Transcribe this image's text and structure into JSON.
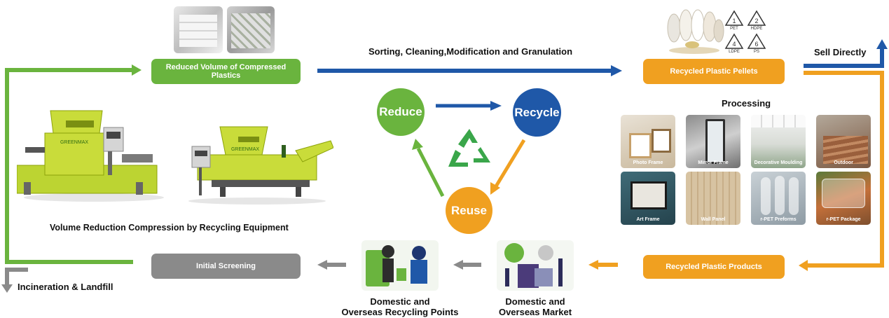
{
  "top": {
    "compressed_label": "Reduced Volume of Compressed Plastics",
    "process_label": "Sorting, Cleaning,Modification and Granulation",
    "pellets_label": "Recycled Plastic Pellets",
    "sell_label": "Sell Directly"
  },
  "ric_codes": [
    {
      "num": "1",
      "name": "PET"
    },
    {
      "num": "2",
      "name": "HDPE"
    },
    {
      "num": "4",
      "name": "LDPE"
    },
    {
      "num": "6",
      "name": "PS"
    }
  ],
  "center": {
    "reduce": "Reduce",
    "recycle": "Recycle",
    "reuse": "Reuse"
  },
  "processing": {
    "title": "Processing",
    "tiles": [
      "Photo Frame",
      "Mirror Frame",
      "Decorative Moulding",
      "Outdoor",
      "Art Frame",
      "Wall Panel",
      "r-PET Preforms",
      "r-PET Package"
    ]
  },
  "equipment": {
    "caption": "Volume Reduction Compression by Recycling Equipment",
    "brand": "GREENMAX"
  },
  "bottom": {
    "products_label": "Recycled Plastic Products",
    "market_label_1": "Domestic and",
    "market_label_2": "Overseas Market",
    "points_label_1": "Domestic and",
    "points_label_2": "Overseas Recycling Points",
    "screening_label": "Initial Screening",
    "landfill_label": "Incineration & Landfill"
  },
  "colors": {
    "green": "#6ab43e",
    "blue": "#1f58a8",
    "orange": "#f0a020",
    "gray": "#8a8a8a"
  }
}
